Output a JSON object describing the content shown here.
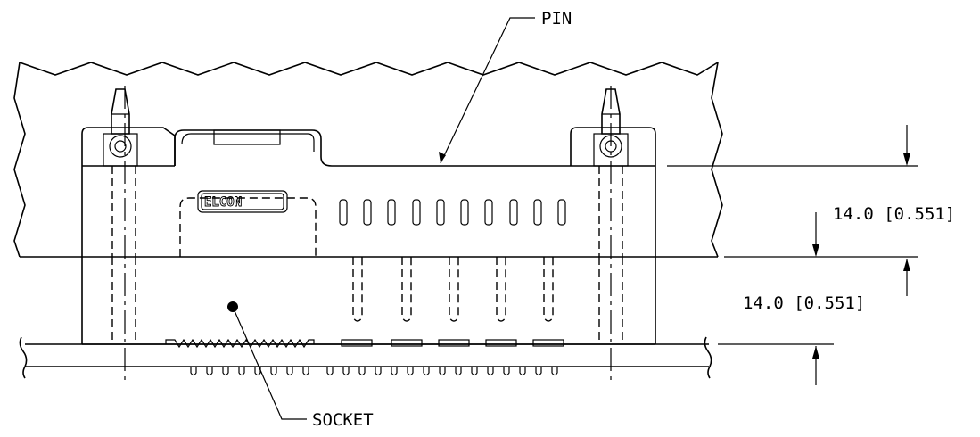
{
  "labels": {
    "pin": "PIN",
    "socket": "SOCKET",
    "dim_upper": "14.0 [0.551]",
    "dim_lower": "14.0 [0.551]"
  },
  "logo": {
    "text": "ELCON"
  }
}
